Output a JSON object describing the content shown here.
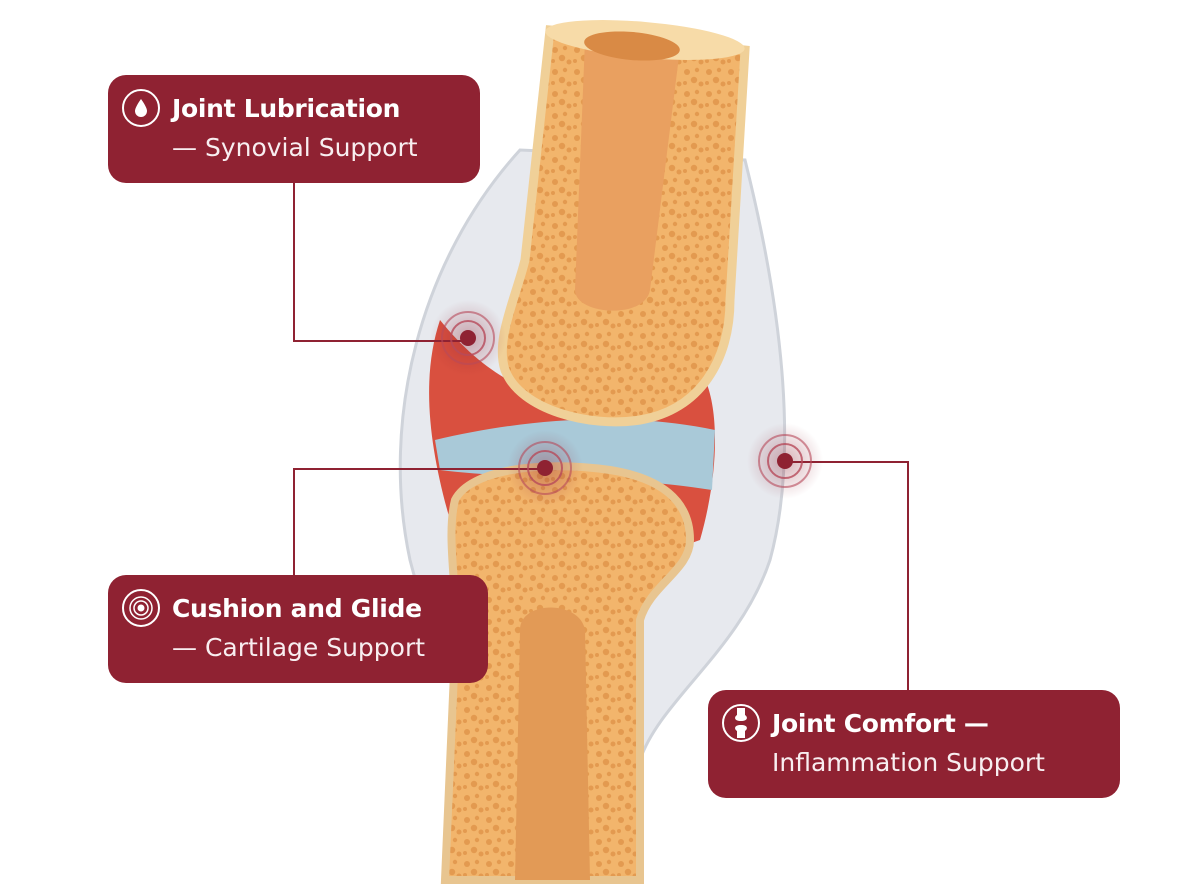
{
  "callouts": [
    {
      "icon": "droplet-icon",
      "title": "Joint Lubrication",
      "subtitle": "— Synovial Support"
    },
    {
      "icon": "concentric-rings-icon",
      "title": "Cushion and Glide",
      "subtitle": "— Cartilage Support"
    },
    {
      "icon": "joint-icon",
      "title": "Joint Comfort —",
      "subtitle": "Inflammation Support"
    }
  ],
  "colors": {
    "accent": "#8f2232",
    "bone": "#f0b870",
    "cartilage": "#9fc3d3",
    "synovium": "#d9503f",
    "capsule": "#e6e8ec"
  }
}
